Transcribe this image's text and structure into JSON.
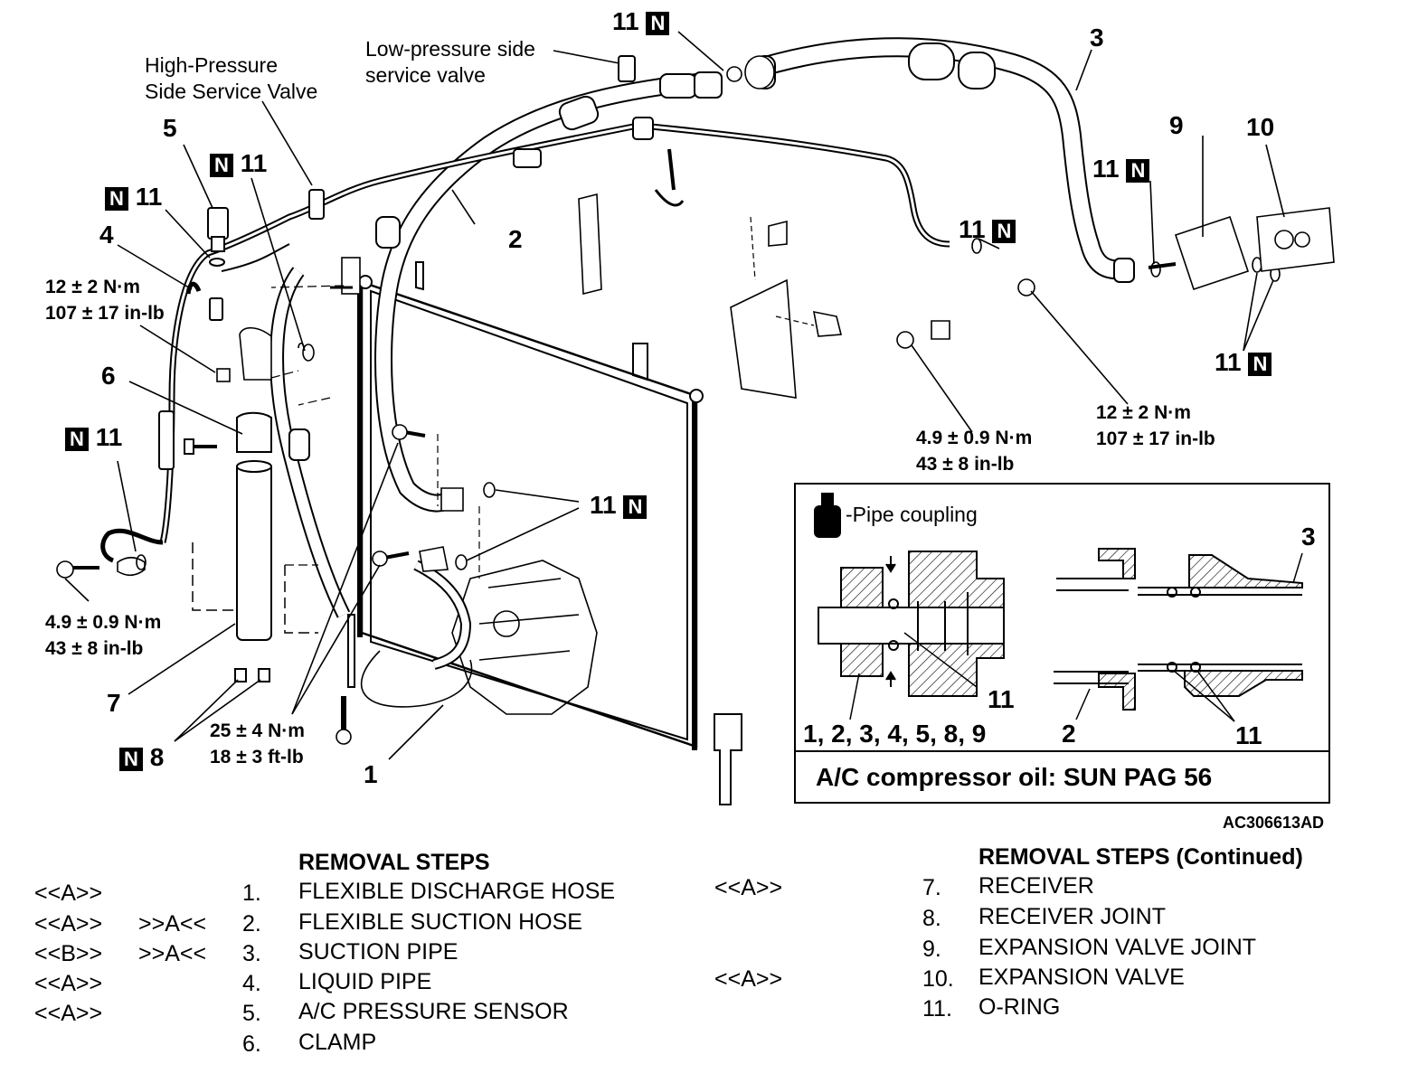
{
  "callouts": {
    "c11_top": "11",
    "c3": "3",
    "c9": "9",
    "c10": "10",
    "c11_right": "11",
    "c11_rhs": "11",
    "c11_mid_r": "11",
    "c11_ol": "11",
    "c11_center": "11",
    "c5": "5",
    "c11_left_top": "11",
    "c11_sensor": "11",
    "c4": "4",
    "c2": "2",
    "c6": "6",
    "c11_left": "11",
    "c7": "7",
    "c8": "8",
    "c1": "1",
    "n_letter": "N"
  },
  "labels": {
    "lp_valve": "Low-pressure side\nservice valve",
    "hp_valve": "High-Pressure\nSide Service Valve"
  },
  "torques": {
    "t1": "12 ± 2 N·m\n107 ± 17 in-lb",
    "t2": "4.9 ± 0.9 N·m\n43 ± 8 in-lb",
    "t3": "25 ± 4 N·m\n18 ± 3 ft-lb",
    "t4": "4.9 ± 0.9 N·m\n43 ± 8 in-lb",
    "t5": "12 ± 2 N·m\n107 ± 17 in-lb"
  },
  "inset": {
    "legend": "-Pipe coupling",
    "parts": "1, 2, 3, 4, 5, 8, 9",
    "n11_a": "11",
    "n2": "2",
    "n11_b": "11",
    "n3": "3",
    "oil": "A/C compressor oil:  SUN PAG 56"
  },
  "figure_id": "AC306613AD",
  "steps_left": {
    "heading": "REMOVAL STEPS",
    "rows": [
      {
        "code": "<<A>>",
        "code2": "",
        "num": "1.",
        "text": "FLEXIBLE DISCHARGE HOSE"
      },
      {
        "code": "<<A>>",
        "code2": ">>A<<",
        "num": "2.",
        "text": "FLEXIBLE SUCTION HOSE"
      },
      {
        "code": "<<B>>",
        "code2": ">>A<<",
        "num": "3.",
        "text": "SUCTION PIPE"
      },
      {
        "code": "<<A>>",
        "code2": "",
        "num": "4.",
        "text": "LIQUID PIPE"
      },
      {
        "code": "<<A>>",
        "code2": "",
        "num": "5.",
        "text": "A/C PRESSURE SENSOR"
      },
      {
        "code": "",
        "code2": "",
        "num": "6.",
        "text": "CLAMP"
      }
    ]
  },
  "steps_right": {
    "heading": "REMOVAL STEPS (Continued)",
    "rows": [
      {
        "code": "<<A>>",
        "num": "7.",
        "text": "RECEIVER"
      },
      {
        "code": "",
        "num": "8.",
        "text": "RECEIVER JOINT"
      },
      {
        "code": "",
        "num": "9.",
        "text": "EXPANSION VALVE JOINT"
      },
      {
        "code": "<<A>>",
        "num": "10.",
        "text": "EXPANSION VALVE"
      },
      {
        "code": "",
        "num": "11.",
        "text": "O-RING"
      }
    ]
  }
}
